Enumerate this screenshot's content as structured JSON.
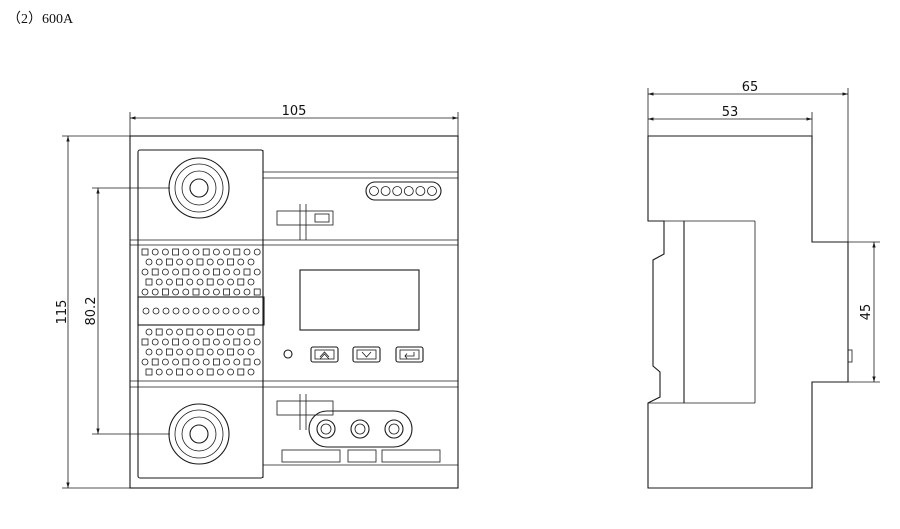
{
  "caption": "（2）600A",
  "dimensions": {
    "front_width": "105",
    "front_height": "115",
    "terminal_spacing": "80.2",
    "side_depth_total": "65",
    "side_depth_body": "53",
    "side_rail": "45"
  },
  "colors": {
    "line": "#1a1a1a",
    "background": "#ffffff"
  }
}
